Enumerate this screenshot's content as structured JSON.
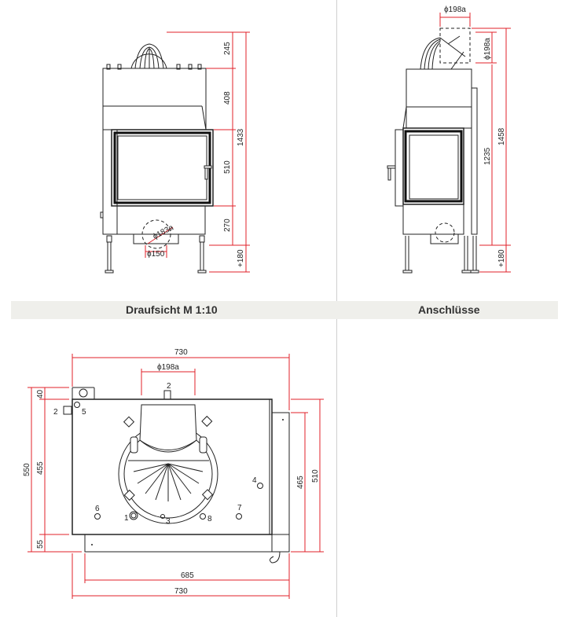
{
  "section_labels": {
    "top_view": "Draufsicht M 1:10",
    "connections": "Anschlüsse"
  },
  "colors": {
    "dimension": "#e0202a",
    "band": "#efefeb",
    "line": "#222222"
  },
  "front_view": {
    "dims": {
      "hood": "245",
      "upper": "408",
      "door": "510",
      "lower": "270",
      "total": "1433",
      "legs": "+180",
      "flue_lower": "ϕ183a",
      "ash": "ϕ150"
    }
  },
  "side_view": {
    "dims": {
      "flue_top": "ϕ198a",
      "flue_side": "ϕ198a",
      "height_body": "1235",
      "total": "1458",
      "legs": "+180"
    }
  },
  "top_view": {
    "dims": {
      "width_top": "730",
      "flue": "ϕ198a",
      "depth_total": "550",
      "depth_body": "455",
      "top_offset": "40",
      "bottom_offset": "55",
      "right_465": "465",
      "right_510": "510",
      "width_685": "685",
      "width_bottom": "730"
    },
    "ports": [
      "1",
      "2",
      "2",
      "3",
      "4",
      "5",
      "6",
      "7",
      "8"
    ]
  }
}
